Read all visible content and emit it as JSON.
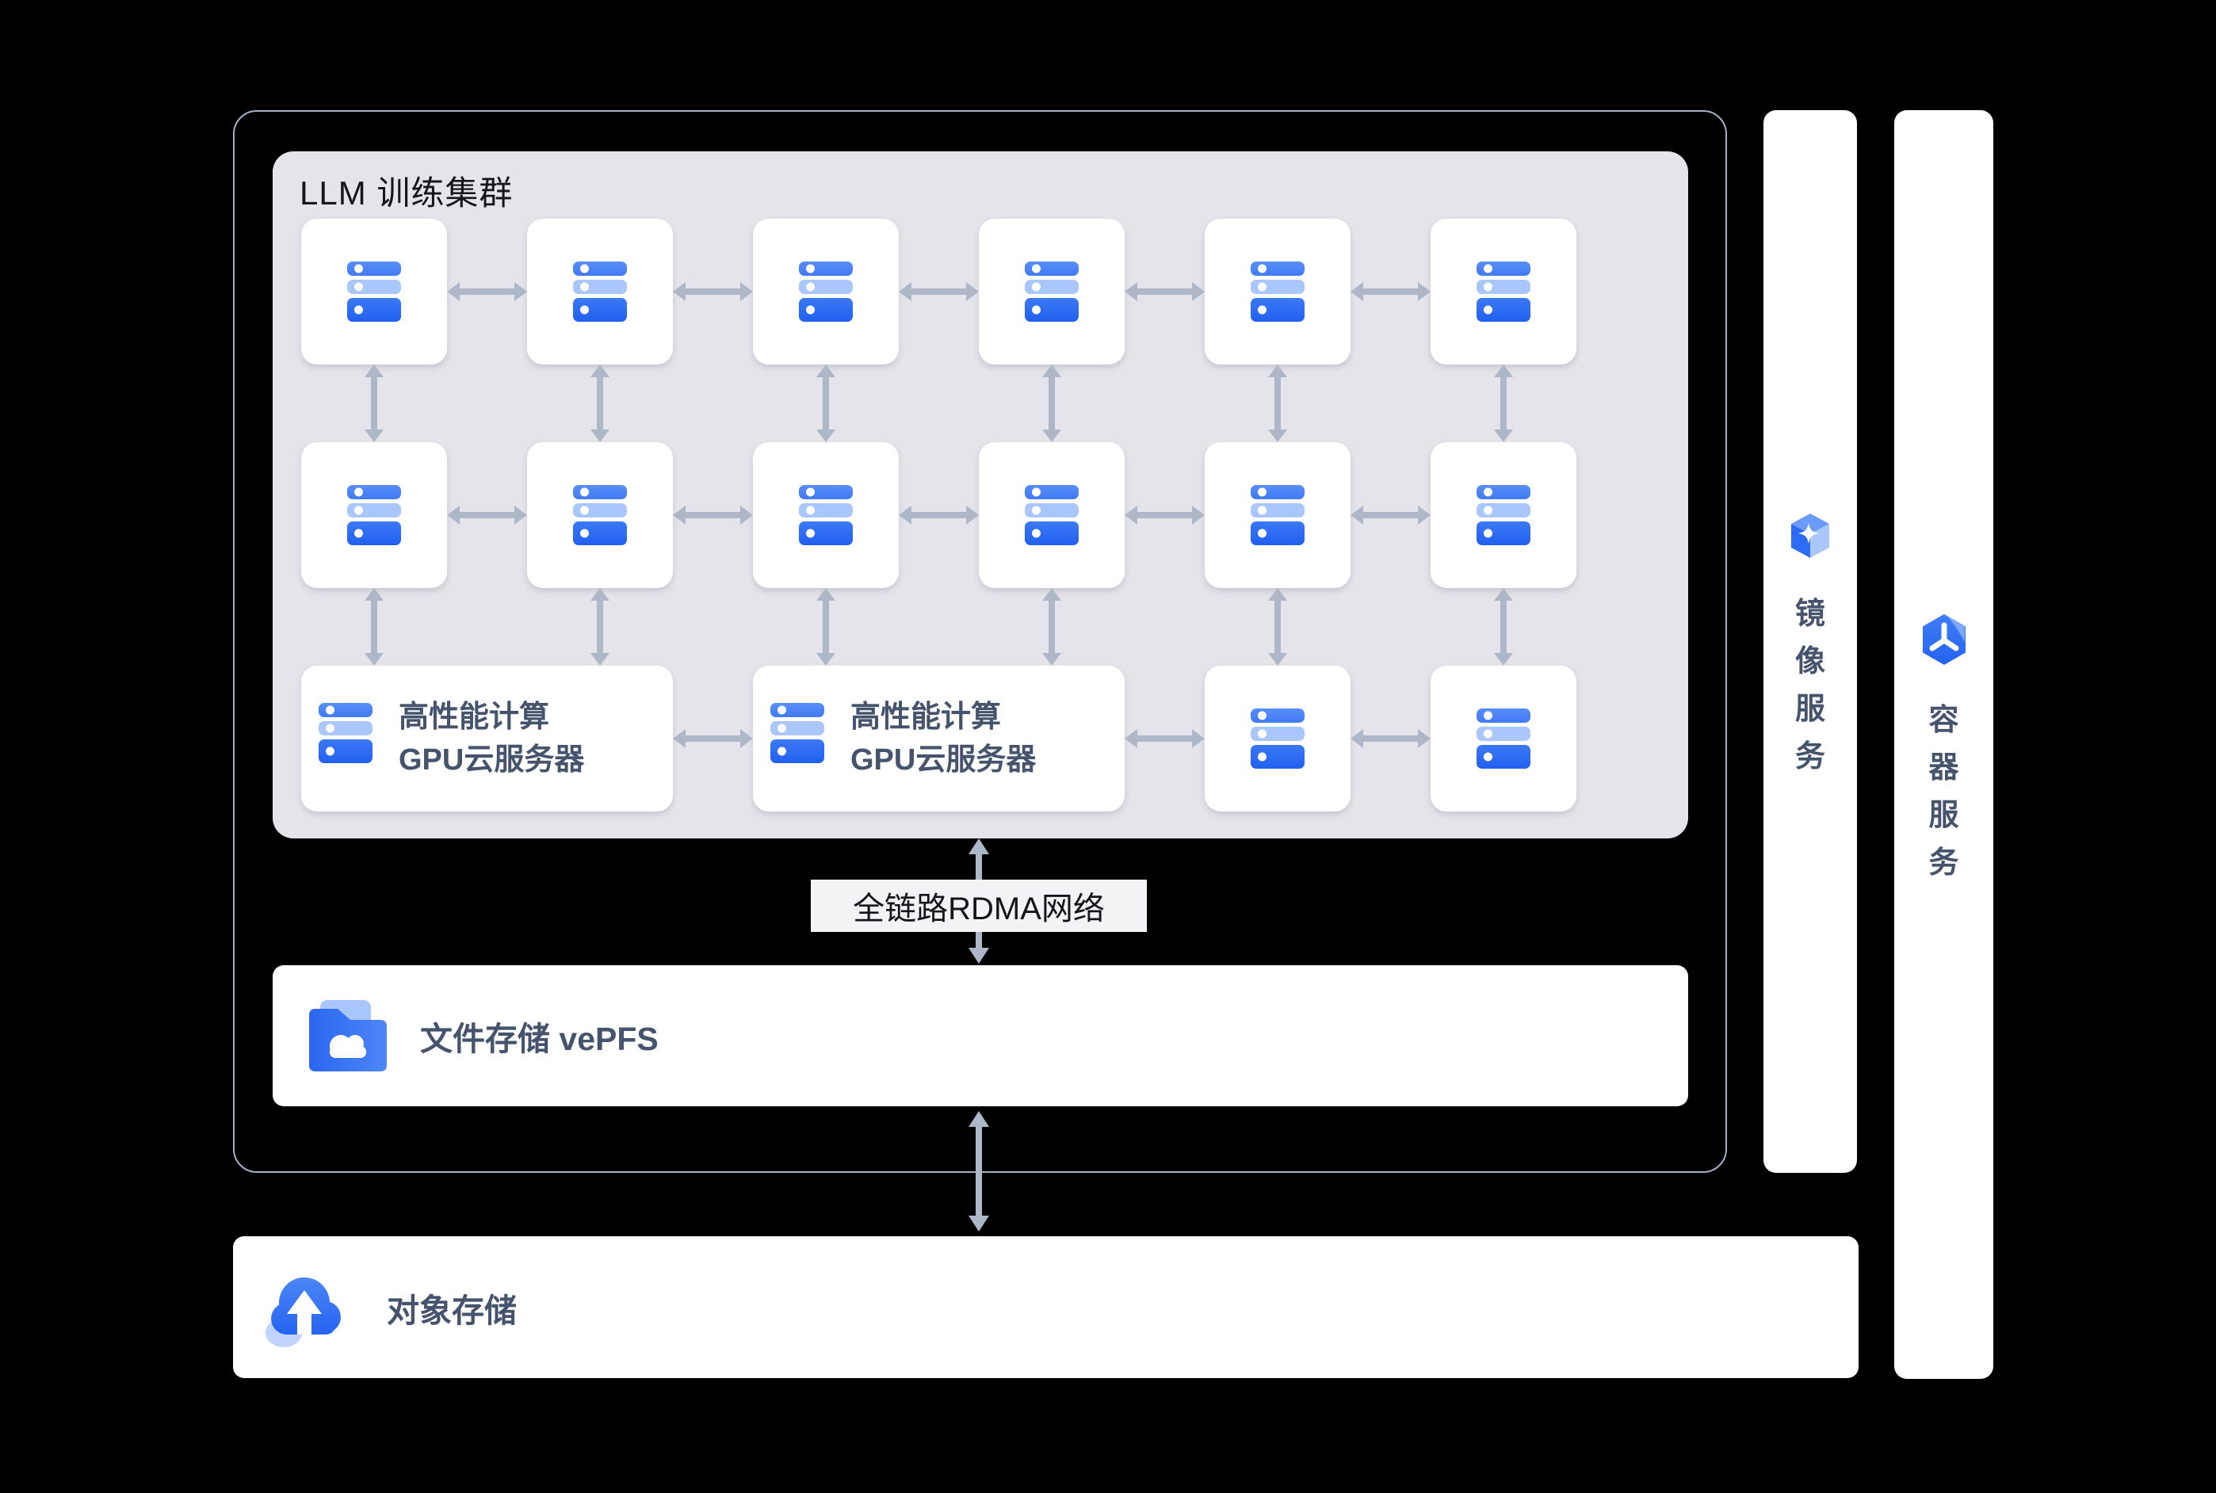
{
  "diagram": {
    "cluster": {
      "title": "LLM 训练集群",
      "node_icon": "server-stack-icon",
      "grid": {
        "columns": 6,
        "rows": 3,
        "plain_node_count": 14
      },
      "gpu_card": {
        "line1": "高性能计算",
        "line2": "GPU云服务器",
        "count": 2
      }
    },
    "network_label": "全链路RDMA网络",
    "file_storage": {
      "label": "文件存储 vePFS",
      "icon": "folder-cloud-icon"
    },
    "object_storage": {
      "label": "对象存储",
      "icon": "cloud-upload-icon"
    },
    "side_services": [
      {
        "label": "镜像服务",
        "icon": "mirror-cube-icon"
      },
      {
        "label": "容器服务",
        "icon": "container-hexagon-icon"
      }
    ],
    "colors": {
      "background": "#000000",
      "panel": "#E5E4EA",
      "card": "#FFFFFF",
      "arrow": "#AEB7C8",
      "accent_blue": "#2E6BF2",
      "mid_blue": "#4A84F6",
      "light_blue": "#A9C7FB",
      "text_dark": "#45536D",
      "container_border": "#A7B2C7",
      "network_label_bg": "#F3F3F6"
    }
  }
}
